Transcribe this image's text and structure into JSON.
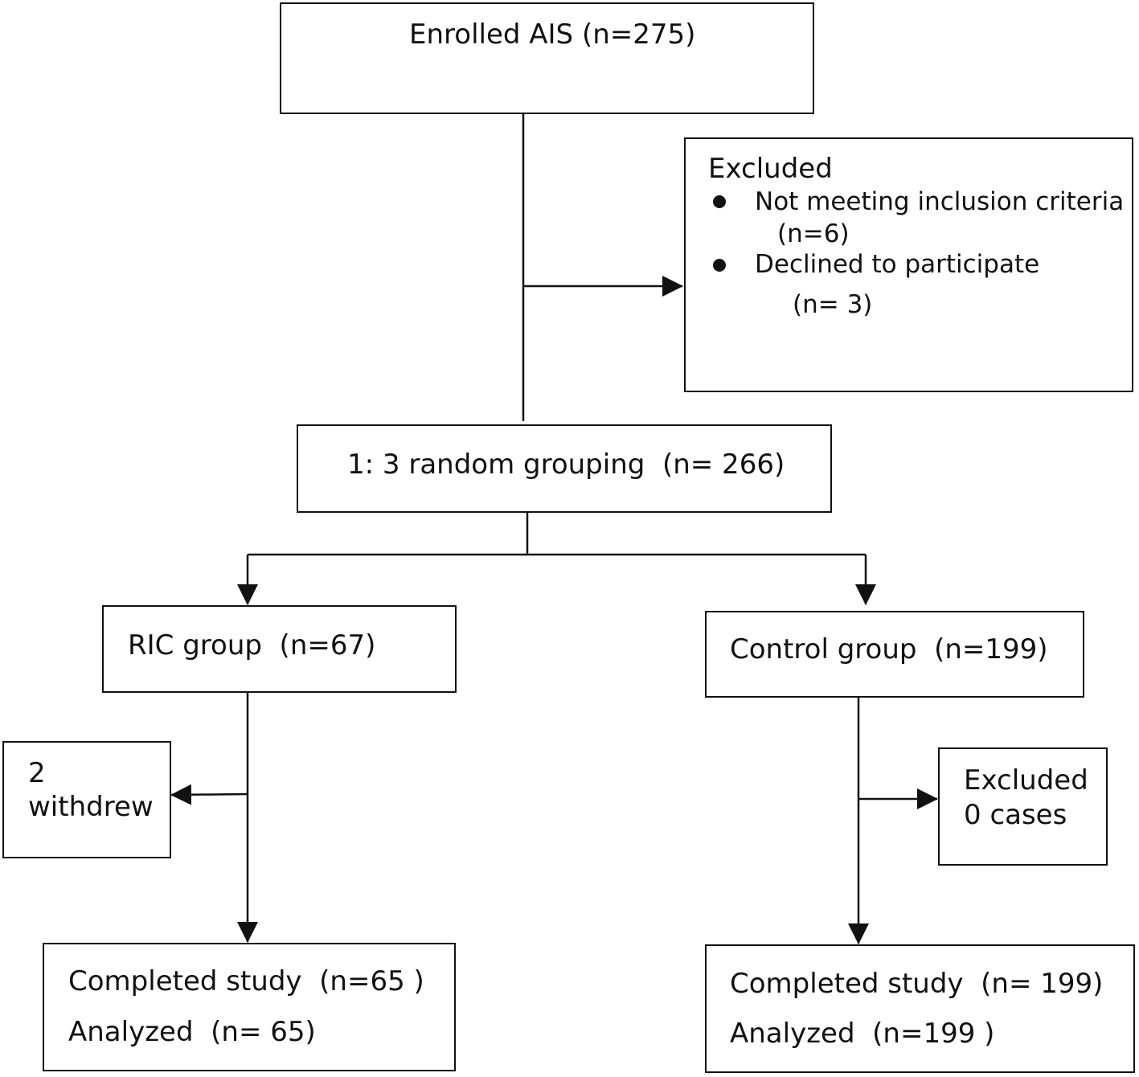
{
  "enrolled": {
    "label": "Enrolled AIS (n=275)"
  },
  "excluded_top": {
    "title": "Excluded",
    "items": [
      {
        "line1": "Not meeting inclusion criteria",
        "line2": "(n=6)"
      },
      {
        "line1": "Declined to participate",
        "line2": "(n= 3)"
      }
    ]
  },
  "randomization": {
    "label": "1: 3 random grouping  (n= 266)"
  },
  "ric_group": {
    "label": "RIC group  (n=67)"
  },
  "control_group": {
    "label": "Control group  (n=199)"
  },
  "withdrew": {
    "line1": "2",
    "line2": "withdrew"
  },
  "excluded_control": {
    "line1": "Excluded",
    "line2": "0 cases"
  },
  "ric_completed": {
    "completed": "Completed study  (n=65 )",
    "analyzed": "Analyzed  (n= 65)"
  },
  "control_completed": {
    "completed": "Completed study  (n= 199)",
    "analyzed": "Analyzed  (n=199 )"
  }
}
